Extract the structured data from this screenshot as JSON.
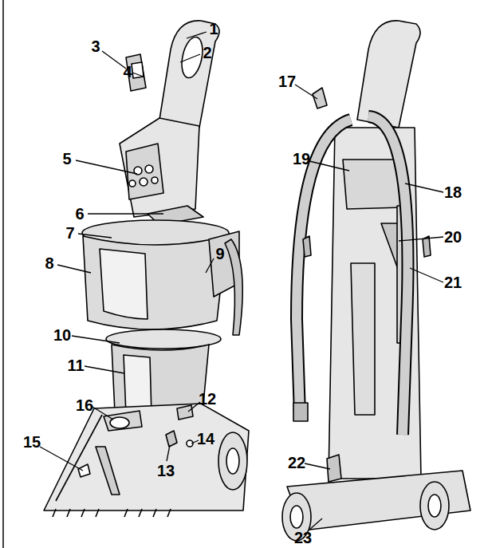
{
  "diagram": {
    "labels": [
      "1",
      "2",
      "3",
      "4",
      "5",
      "6",
      "7",
      "8",
      "9",
      "10",
      "11",
      "12",
      "13",
      "14",
      "15",
      "16",
      "17",
      "18",
      "19",
      "20",
      "21",
      "22",
      "23"
    ]
  }
}
